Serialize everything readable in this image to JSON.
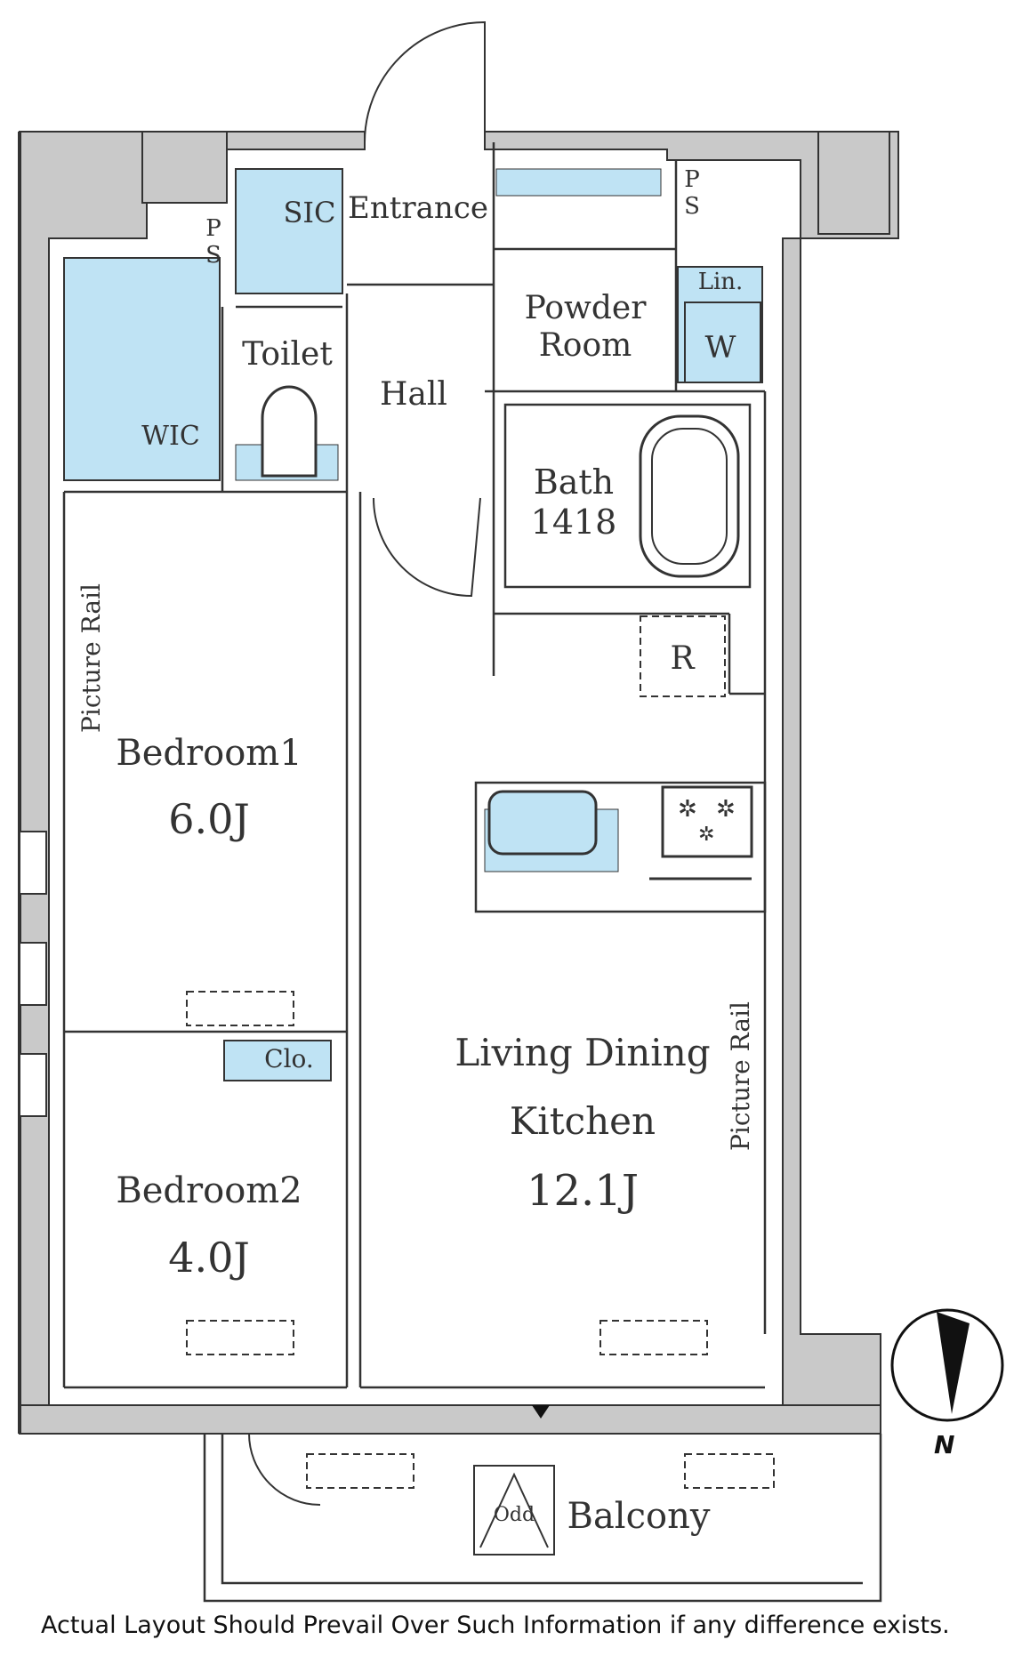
{
  "rooms": {
    "sic": "SIC",
    "entrance": "Entrance",
    "ps_left": "P\nS",
    "ps_right": "P\nS",
    "lin": "Lin.",
    "powder_line1": "Powder",
    "powder_line2": "Room",
    "w": "W",
    "toilet": "Toilet",
    "hall": "Hall",
    "wic": "WIC",
    "bath": "Bath",
    "bath_size": "1418",
    "r": "R",
    "picture_rail_left": "Picture Rail",
    "picture_rail_right": "Picture Rail",
    "bedroom1": "Bedroom1",
    "bedroom1_size": "6.0J",
    "clo": "Clo.",
    "bedroom2": "Bedroom2",
    "bedroom2_size": "4.0J",
    "ldk_line1": "Living Dining",
    "ldk_line2": "Kitchen",
    "ldk_size": "12.1J",
    "balcony": "Balcony",
    "odd": "Odd"
  },
  "compass": {
    "label": "N"
  },
  "caption": "Actual Layout Should Prevail Over Such Information if any difference exists.",
  "colors": {
    "wall": "#c9c9c9",
    "wall_stroke": "#333333",
    "storage_fill": "#bfe3f4",
    "text": "#333333"
  }
}
